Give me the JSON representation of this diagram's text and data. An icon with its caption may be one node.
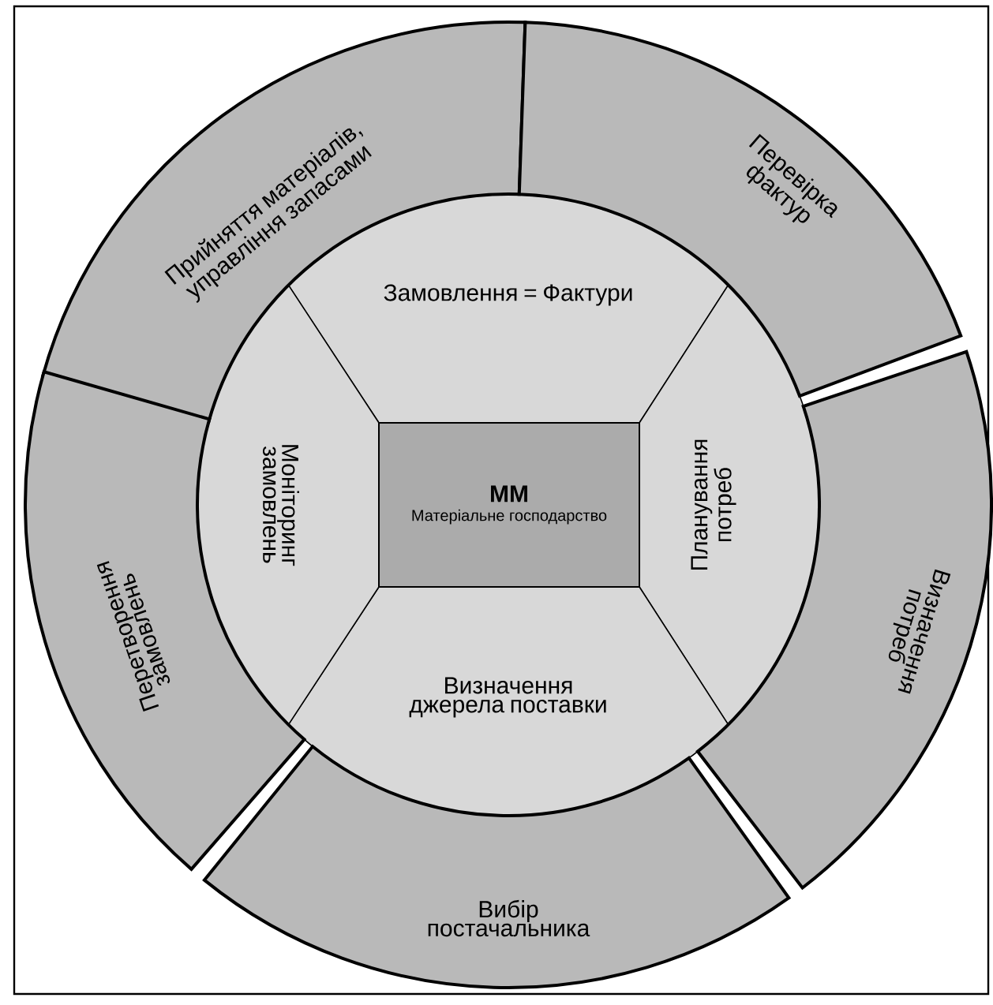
{
  "diagram": {
    "nodes": [
      {
        "text": [
          "ММ",
          "Матеріальне господарство"
        ]
      },
      {
        "text": [
          "Замовлення = Фактури"
        ]
      },
      {
        "text": [
          "Планування потреб"
        ]
      },
      {
        "text": [
          "Визначення джерела поставки"
        ]
      },
      {
        "text": [
          "Моніторинг замовлень"
        ]
      },
      {
        "text": [
          "Прийняття матеріалів, управління запасами"
        ]
      },
      {
        "text": [
          "Перевірка фактур"
        ]
      },
      {
        "text": [
          "Визначення потреб"
        ]
      },
      {
        "text": [
          "Вибір постачальника"
        ]
      },
      {
        "text": [
          "Перетворення замовлень"
        ]
      }
    ]
  }
}
